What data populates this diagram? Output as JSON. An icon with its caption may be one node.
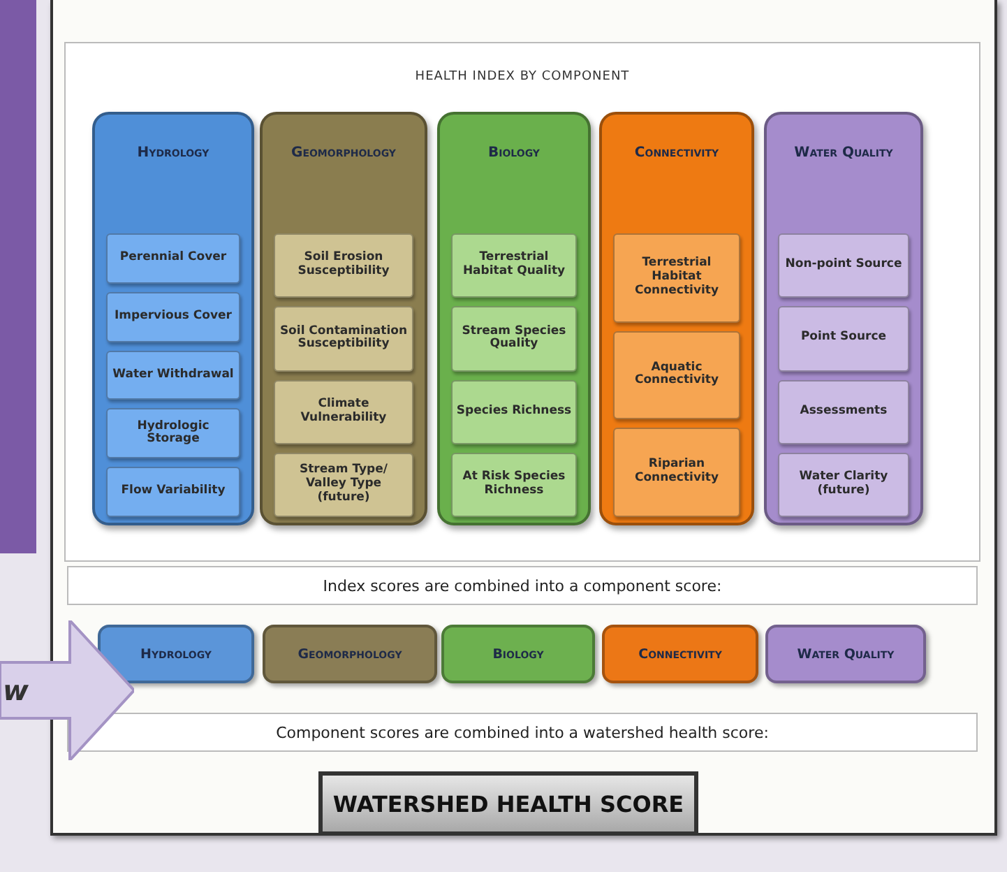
{
  "diagram": {
    "title": "HEALTH INDEX BY COMPONENT",
    "nodes": [
      {
        "text": [
          "Hydrology"
        ]
      },
      {
        "text": [
          "Perennial Cover"
        ],
        "in": 0
      },
      {
        "text": [
          "Impervious Cover"
        ],
        "in": 0
      },
      {
        "text": [
          "Water Withdrawal"
        ],
        "in": 0
      },
      {
        "text": [
          "Hydrologic Storage"
        ],
        "in": 0
      },
      {
        "text": [
          "Flow Variability"
        ],
        "in": 0
      },
      {
        "text": [
          "Geomorphology"
        ]
      },
      {
        "text": [
          "Soil Erosion Susceptibility"
        ],
        "in": 6
      },
      {
        "text": [
          "Soil Contamination Susceptibility"
        ],
        "in": 6
      },
      {
        "text": [
          "Climate Vulnerability"
        ],
        "in": 6
      },
      {
        "text": [
          "Stream Type/ Valley Type (future)"
        ],
        "in": 6
      },
      {
        "text": [
          "Biology"
        ]
      },
      {
        "text": [
          "Terrestrial Habitat Quality"
        ],
        "in": 11
      },
      {
        "text": [
          "Stream Species Quality"
        ],
        "in": 11
      },
      {
        "text": [
          "Species Richness"
        ],
        "in": 11
      },
      {
        "text": [
          "At Risk Species Richness"
        ],
        "in": 11
      },
      {
        "text": [
          "Connectivity"
        ]
      },
      {
        "text": [
          "Terrestrial Habitat Connectivity"
        ],
        "in": 16
      },
      {
        "text": [
          "Aquatic Connectivity"
        ],
        "in": 16
      },
      {
        "text": [
          "Riparian Connectivity"
        ],
        "in": 16
      },
      {
        "text": [
          "Water Quality"
        ]
      },
      {
        "text": [
          "Non-point Source"
        ],
        "in": 20
      },
      {
        "text": [
          "Point Source"
        ],
        "in": 20
      },
      {
        "text": [
          "Assessments"
        ],
        "in": 20
      },
      {
        "text": [
          "Water Clarity (future)"
        ],
        "in": 20
      },
      {
        "text": [
          "Index scores are combined into a component score:"
        ]
      },
      {
        "text": [
          "Hydrology"
        ]
      },
      {
        "text": [
          "Geomorphology"
        ]
      },
      {
        "text": [
          "Biology"
        ]
      },
      {
        "text": [
          "Connectivity"
        ]
      },
      {
        "text": [
          "Water Quality"
        ]
      },
      {
        "text": [
          "Component scores are combined into a watershed health score:"
        ]
      },
      {
        "text": [
          "WATERSHED HEALTH SCORE"
        ]
      },
      {
        "text": [
          "w"
        ]
      }
    ],
    "edges": []
  }
}
